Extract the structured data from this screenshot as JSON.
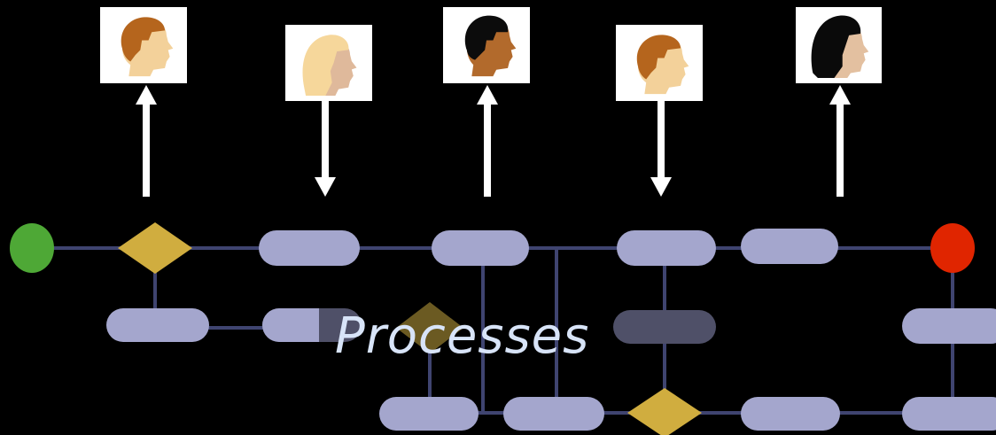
{
  "diagram": {
    "caption": "Processes",
    "colors": {
      "background": "#000000",
      "connector": "#3f4470",
      "process": "#a4a6cd",
      "process_dim": "#4f5068",
      "decision": "#d0ad3f",
      "decision_dim": "#6b5a22",
      "start": "#4ea836",
      "end": "#e02500",
      "arrow": "#ffffff",
      "avatar_bg": "#ffffff"
    },
    "avatars": [
      {
        "icon": "person-head-auburn-icon",
        "arrow": "up"
      },
      {
        "icon": "person-head-blonde-icon",
        "arrow": "down"
      },
      {
        "icon": "person-head-dark-skin-icon",
        "arrow": "up"
      },
      {
        "icon": "person-head-auburn-icon",
        "arrow": "down"
      },
      {
        "icon": "person-head-black-hair-icon",
        "arrow": "up"
      }
    ]
  }
}
